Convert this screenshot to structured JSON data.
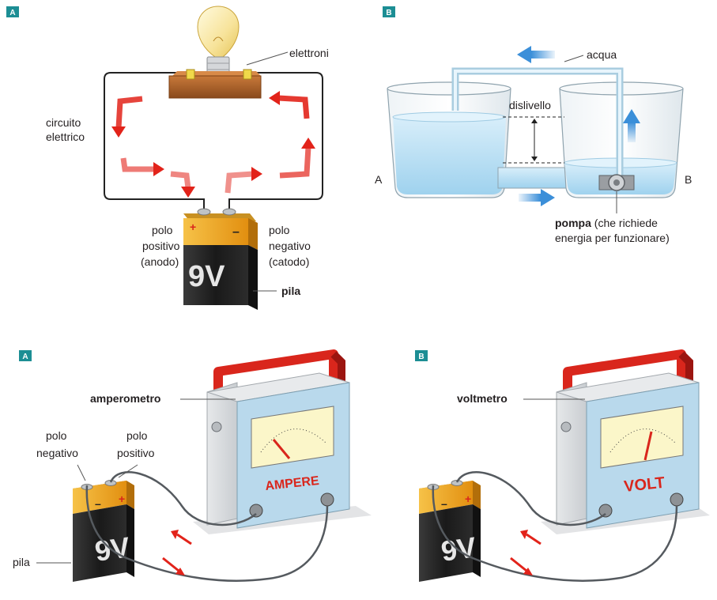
{
  "panel_tags": {
    "top_left": "A",
    "top_right": "B",
    "bottom_left": "A",
    "bottom_right": "B"
  },
  "circuit": {
    "electrons_label": "elettroni",
    "circuit_label_line1": "circuito",
    "circuit_label_line2": "elettrico",
    "positive_pole_line1": "polo",
    "positive_pole_line2": "positivo",
    "positive_pole_line3": "(anodo)",
    "negative_pole_line1": "polo",
    "negative_pole_line2": "negativo",
    "negative_pole_line3": "(catodo)",
    "battery_label": "pila",
    "battery_voltage": "9V",
    "plus_sign": "+",
    "minus_sign": "–"
  },
  "water_analogy": {
    "water_label": "acqua",
    "height_difference_label": "dislivello",
    "left_tank_label": "A",
    "right_tank_label": "B",
    "pump_label_bold": "pompa",
    "pump_label_rest": " (che richiede",
    "pump_label_line2": "energia per funzionare)"
  },
  "ammeter_panel": {
    "meter_label": "amperometro",
    "meter_face_text": "AMPERE",
    "negative_pole_line1": "polo",
    "negative_pole_line2": "negativo",
    "positive_pole_line1": "polo",
    "positive_pole_line2": "positivo",
    "battery_label": "pila",
    "battery_voltage": "9V",
    "plus_sign": "+",
    "minus_sign": "–"
  },
  "voltmeter_panel": {
    "meter_label": "voltmetro",
    "meter_face_text": "VOLT",
    "battery_voltage": "9V",
    "plus_sign": "+",
    "minus_sign": "–"
  },
  "colors": {
    "tag_teal": "#1c8e94",
    "arrow_red": "#e2231a",
    "arrow_blue": "#3b8fd9",
    "battery_gold": "#f2a81d",
    "battery_black": "#1b1b1b",
    "meter_blue": "#b9d9ec",
    "meter_handle": "#d9261c",
    "water": "#bfe3f5"
  }
}
